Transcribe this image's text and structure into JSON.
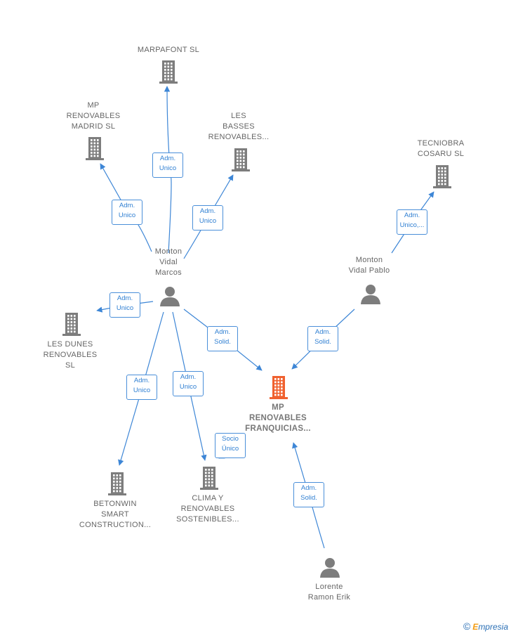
{
  "nodes": [
    {
      "id": "marpafont",
      "label": "MARPAFONT SL",
      "type": "company"
    },
    {
      "id": "mp_madrid",
      "label": "MP\nRENOVABLES\nMADRID  SL",
      "type": "company"
    },
    {
      "id": "les_basses",
      "label": "LES\nBASSES\nRENOVABLES...",
      "type": "company"
    },
    {
      "id": "tecniobra",
      "label": "TECNIOBRA\nCOSARU SL",
      "type": "company"
    },
    {
      "id": "monton_marcos",
      "label": "Monton\nVidal\nMarcos",
      "type": "person"
    },
    {
      "id": "monton_pablo",
      "label": "Monton\nVidal Pablo",
      "type": "person"
    },
    {
      "id": "les_dunes",
      "label": "LES DUNES\nRENOVABLES\nSL",
      "type": "company"
    },
    {
      "id": "mp_franquicias",
      "label": "MP\nRENOVABLES\nFRANQUICIAS...",
      "type": "company-main"
    },
    {
      "id": "betonwin",
      "label": "BETONWIN\nSMART\nCONSTRUCTION...",
      "type": "company"
    },
    {
      "id": "clima",
      "label": "CLIMA Y\nRENOVABLES\nSOSTENIBLES...",
      "type": "company"
    },
    {
      "id": "lorente",
      "label": "Lorente\nRamon Erik",
      "type": "person"
    }
  ],
  "edges": [
    {
      "from": "monton_marcos",
      "to": "marpafont",
      "label": "Adm.\nUnico"
    },
    {
      "from": "monton_marcos",
      "to": "mp_madrid",
      "label": "Adm.\nUnico"
    },
    {
      "from": "monton_marcos",
      "to": "les_basses",
      "label": "Adm.\nUnico"
    },
    {
      "from": "monton_marcos",
      "to": "les_dunes",
      "label": "Adm.\nUnico"
    },
    {
      "from": "monton_marcos",
      "to": "mp_franquicias",
      "label": "Adm.\nSolid."
    },
    {
      "from": "monton_marcos",
      "to": "betonwin",
      "label": "Adm.\nUnico"
    },
    {
      "from": "monton_marcos",
      "to": "clima",
      "label": "Adm.\nUnico"
    },
    {
      "from": "monton_pablo",
      "to": "tecniobra",
      "label": "Adm.\nUnico,..."
    },
    {
      "from": "monton_pablo",
      "to": "mp_franquicias",
      "label": "Adm.\nSolid."
    },
    {
      "from": "mp_franquicias",
      "to": "clima",
      "label": "Socio\nÚnico"
    },
    {
      "from": "lorente",
      "to": "mp_franquicias",
      "label": "Adm.\nSolid."
    }
  ],
  "colors": {
    "edge": "#3d86d6",
    "icon": "#7d7d7d",
    "main_icon": "#f0612f"
  },
  "brand": {
    "symbol": "©",
    "first_letter": "E",
    "rest": "mpresia"
  }
}
